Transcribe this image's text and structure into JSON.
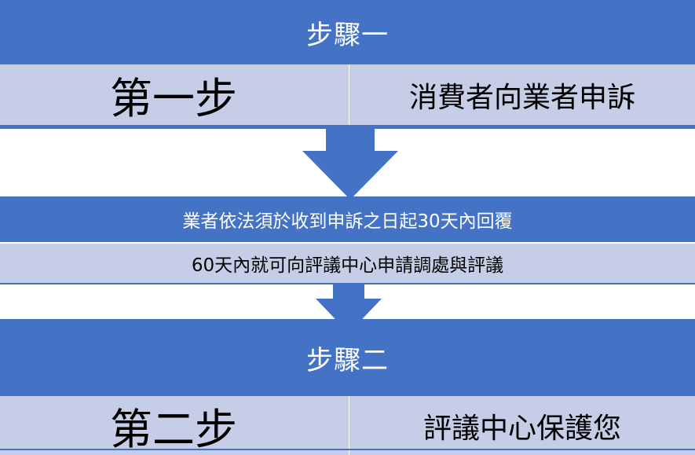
{
  "step1": {
    "header": "步驟一",
    "left_label": "第一步",
    "right_label": "消費者向業者申訴"
  },
  "info": {
    "line1": "業者依法須於收到申訴之日起30天內回覆",
    "line2": "60天內就可向評議中心申請調處與評議"
  },
  "step2": {
    "header": "步驟二",
    "left_label": "第二步",
    "right_label": "評議中心保護您"
  },
  "colors": {
    "primary_blue": "#4472C4",
    "light_blue": "#C5CEE6"
  }
}
